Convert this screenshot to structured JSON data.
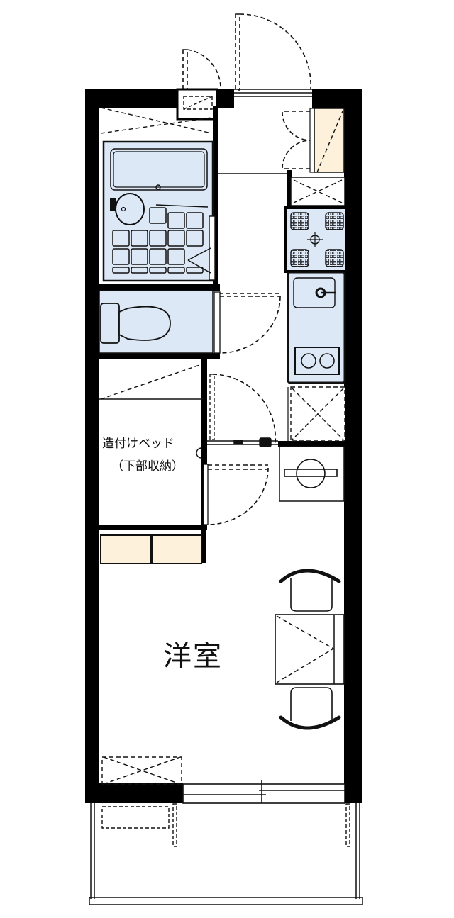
{
  "floor_plan": {
    "rooms": {
      "western_room": {
        "label": "洋室"
      },
      "built_in_bed": {
        "label_line1": "造付けベッド",
        "label_line2": "（下部収納）"
      }
    },
    "fixtures": [
      "unit-bath",
      "bathroom-sink",
      "toilet",
      "two-burner-stove",
      "kitchen-sink",
      "gas-range",
      "washing-machine-space",
      "refrigerator-space",
      "shoe-cabinet",
      "storage-shelves",
      "dining-table",
      "chair",
      "chair"
    ],
    "colors": {
      "wall": "#000000",
      "wet_area_fill": "#dde8f7",
      "storage_fill": "#fdf1dc",
      "line": "#111111",
      "background": "#ffffff"
    }
  }
}
